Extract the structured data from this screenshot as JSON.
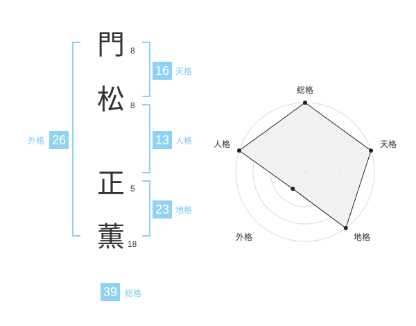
{
  "name": {
    "chars": [
      {
        "kanji": "門",
        "strokes": "8"
      },
      {
        "kanji": "松",
        "strokes": "8"
      },
      {
        "kanji": "正",
        "strokes": "5"
      },
      {
        "kanji": "薫",
        "strokes": "18"
      }
    ]
  },
  "fortunes": {
    "tenkaku": {
      "value": "16",
      "label": "天格"
    },
    "jinkaku": {
      "value": "13",
      "label": "人格"
    },
    "chikaku": {
      "value": "23",
      "label": "地格"
    },
    "gaikaku": {
      "value": "26",
      "label": "外格"
    },
    "soukaku": {
      "value": "39",
      "label": "総格"
    }
  },
  "colors": {
    "accent": "#8fd2f4",
    "accent_text": "#7cc7ee",
    "text": "#333333",
    "grid": "#d9d9d9",
    "fill": "#f0f0f0",
    "outline": "#222222"
  },
  "chart_data": {
    "type": "radar",
    "axes": [
      "総格",
      "天格",
      "地格",
      "外格",
      "人格"
    ],
    "values": [
      1.0,
      1.0,
      1.0,
      0.3,
      1.0
    ],
    "rings": 4
  }
}
